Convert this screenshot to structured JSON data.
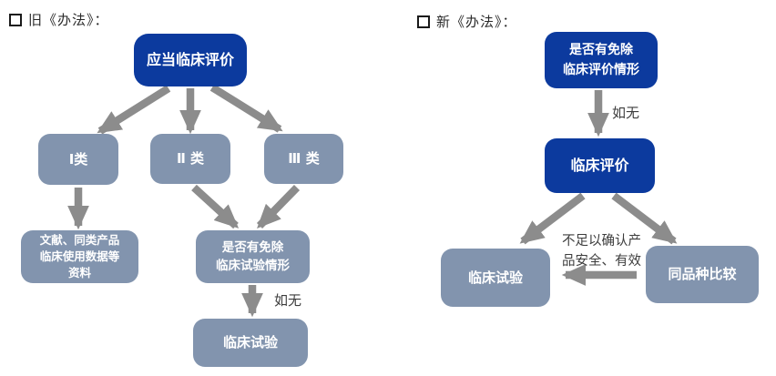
{
  "colors": {
    "dark_blue": "#0c3a9e",
    "gray_blue": "#8294ae",
    "arrow_gray": "#8c8c8c",
    "heading_text": "#2b2b2b",
    "label_text": "#3d3d3d",
    "node_text": "#ffffff"
  },
  "old_method": {
    "heading": "旧《办法》：",
    "nodes": {
      "should_eval": "应当临床评价",
      "class1": "Ⅰ类",
      "class2": "Ⅱ 类",
      "class3": "Ⅲ 类",
      "literature": "文献、同类产品\n临床使用数据等\n资料",
      "exempt_trial": "是否有免除\n临床试验情形",
      "trial": "临床试验"
    },
    "edge_labels": {
      "if_none": "如无"
    }
  },
  "new_method": {
    "heading": "新《办法》：",
    "nodes": {
      "exempt_eval": "是否有免除\n临床评价情形",
      "eval": "临床评价",
      "trial": "临床试验",
      "same_kind": "同品种比较"
    },
    "edge_labels": {
      "if_none": "如无",
      "insufficient": "不足以确认产\n品安全、有效"
    }
  }
}
